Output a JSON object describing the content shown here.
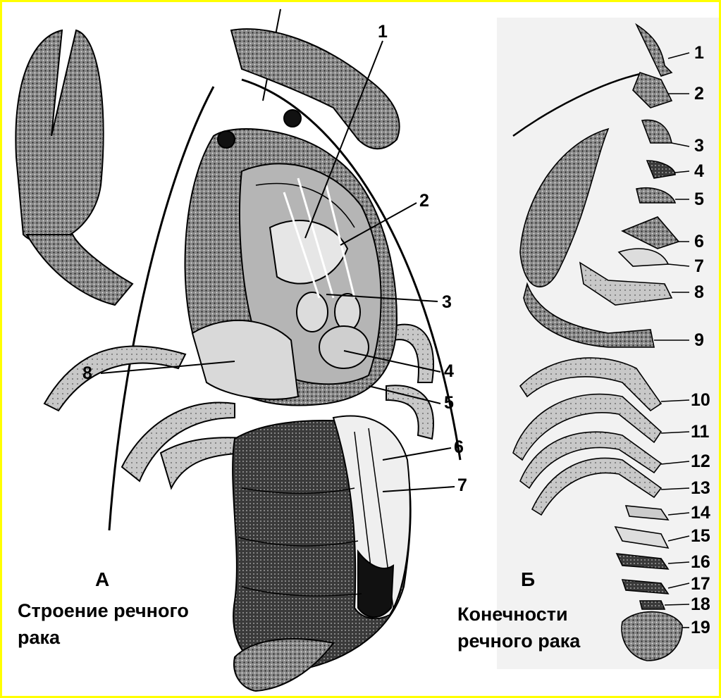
{
  "panel_a": {
    "letter": "А",
    "caption_line1": "Строение речного",
    "caption_line2": "рака",
    "labels": [
      "1",
      "2",
      "3",
      "4",
      "5",
      "6",
      "7",
      "8"
    ]
  },
  "panel_b": {
    "letter": "Б",
    "caption_line1": "Конечности",
    "caption_line2": "речного рака",
    "labels": [
      "1",
      "2",
      "3",
      "4",
      "5",
      "6",
      "7",
      "8",
      "9",
      "10",
      "11",
      "12",
      "13",
      "14",
      "15",
      "16",
      "17",
      "18",
      "19"
    ]
  },
  "colors": {
    "border": "#ffff00",
    "ink": "#000000",
    "background": "#ffffff",
    "right_panel_bg": "#f2f2f2"
  }
}
